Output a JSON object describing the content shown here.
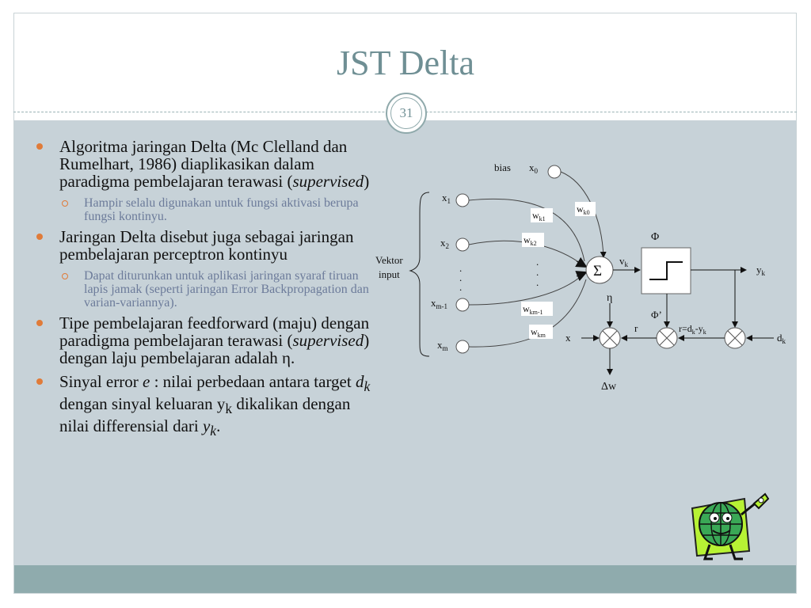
{
  "slide": {
    "title": "JST Delta",
    "page_number": "31"
  },
  "bullets": [
    {
      "text_parts": [
        "Algoritma jaringan Delta (Mc Clelland dan Rumelhart, 1986) diaplikasikan dalam paradigma pembelajaran terawasi (",
        "supervised",
        ")"
      ],
      "sub": "Hampir selalu digunakan untuk fungsi aktivasi berupa fungsi kontinyu."
    },
    {
      "text": "Jaringan Delta disebut juga sebagai jaringan pembelajaran perceptron kontinyu",
      "sub": "Dapat diturunkan untuk aplikasi jaringan syaraf tiruan lapis jamak (seperti jaringan Error Backpropagation dan varian-variannya)."
    },
    {
      "text_parts": [
        "Tipe pembelajaran feedforward (maju) dengan paradigma pembelajaran terawasi (",
        "supervised",
        ") dengan laju pembelajaran adalah η."
      ]
    },
    {
      "text_parts": [
        "Sinyal error ",
        "e",
        " : nilai perbedaan antara target ",
        "d",
        "k",
        " dengan sinyal keluaran y",
        "k",
        " dikalikan dengan nilai differensial dari ",
        "y",
        "k",
        "."
      ]
    }
  ],
  "diagram": {
    "bias_label": "bias",
    "x0": "x",
    "x0_sub": "0",
    "inputs": [
      {
        "name": "x",
        "sub": "1"
      },
      {
        "name": "x",
        "sub": "2"
      },
      {
        "name": "x",
        "sub": "m-1"
      },
      {
        "name": "x",
        "sub": "m"
      }
    ],
    "weights": [
      {
        "name": "w",
        "sub": "k0"
      },
      {
        "name": "w",
        "sub": "k1"
      },
      {
        "name": "w",
        "sub": "k2"
      },
      {
        "name": "w",
        "sub": "km-1"
      },
      {
        "name": "w",
        "sub": "km"
      }
    ],
    "vector_label_1": "Vektor",
    "vector_label_2": "input",
    "sum_symbol": "Σ",
    "vk": "v",
    "vk_sub": "k",
    "phi": "Φ",
    "phi_prime": "Φ’",
    "yk": "y",
    "yk_sub": "k",
    "dk": "d",
    "dk_sub": "k",
    "error_eq": "r=d",
    "error_eq_mid": "k",
    "error_eq_tail": "-y",
    "error_eq_end": "k",
    "r": "r",
    "eta": "η",
    "x": "x",
    "delta_w": "Δw",
    "dots": ". . ."
  }
}
